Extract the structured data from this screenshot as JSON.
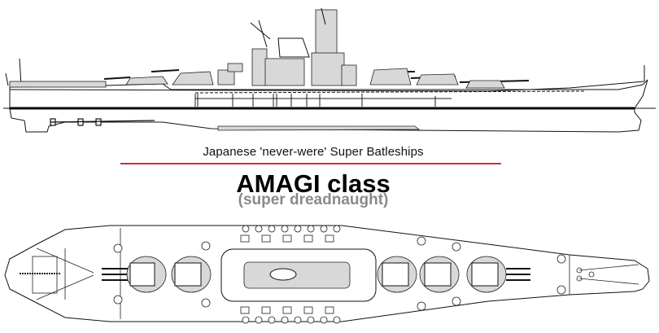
{
  "drawing": {
    "subtitle": "Japanese 'never-were' Super Batleships",
    "title": "AMAGI class",
    "class_type": "(super dreadnaught)",
    "accent_color": "#c8302e",
    "views": [
      "side-profile",
      "top-plan"
    ]
  }
}
